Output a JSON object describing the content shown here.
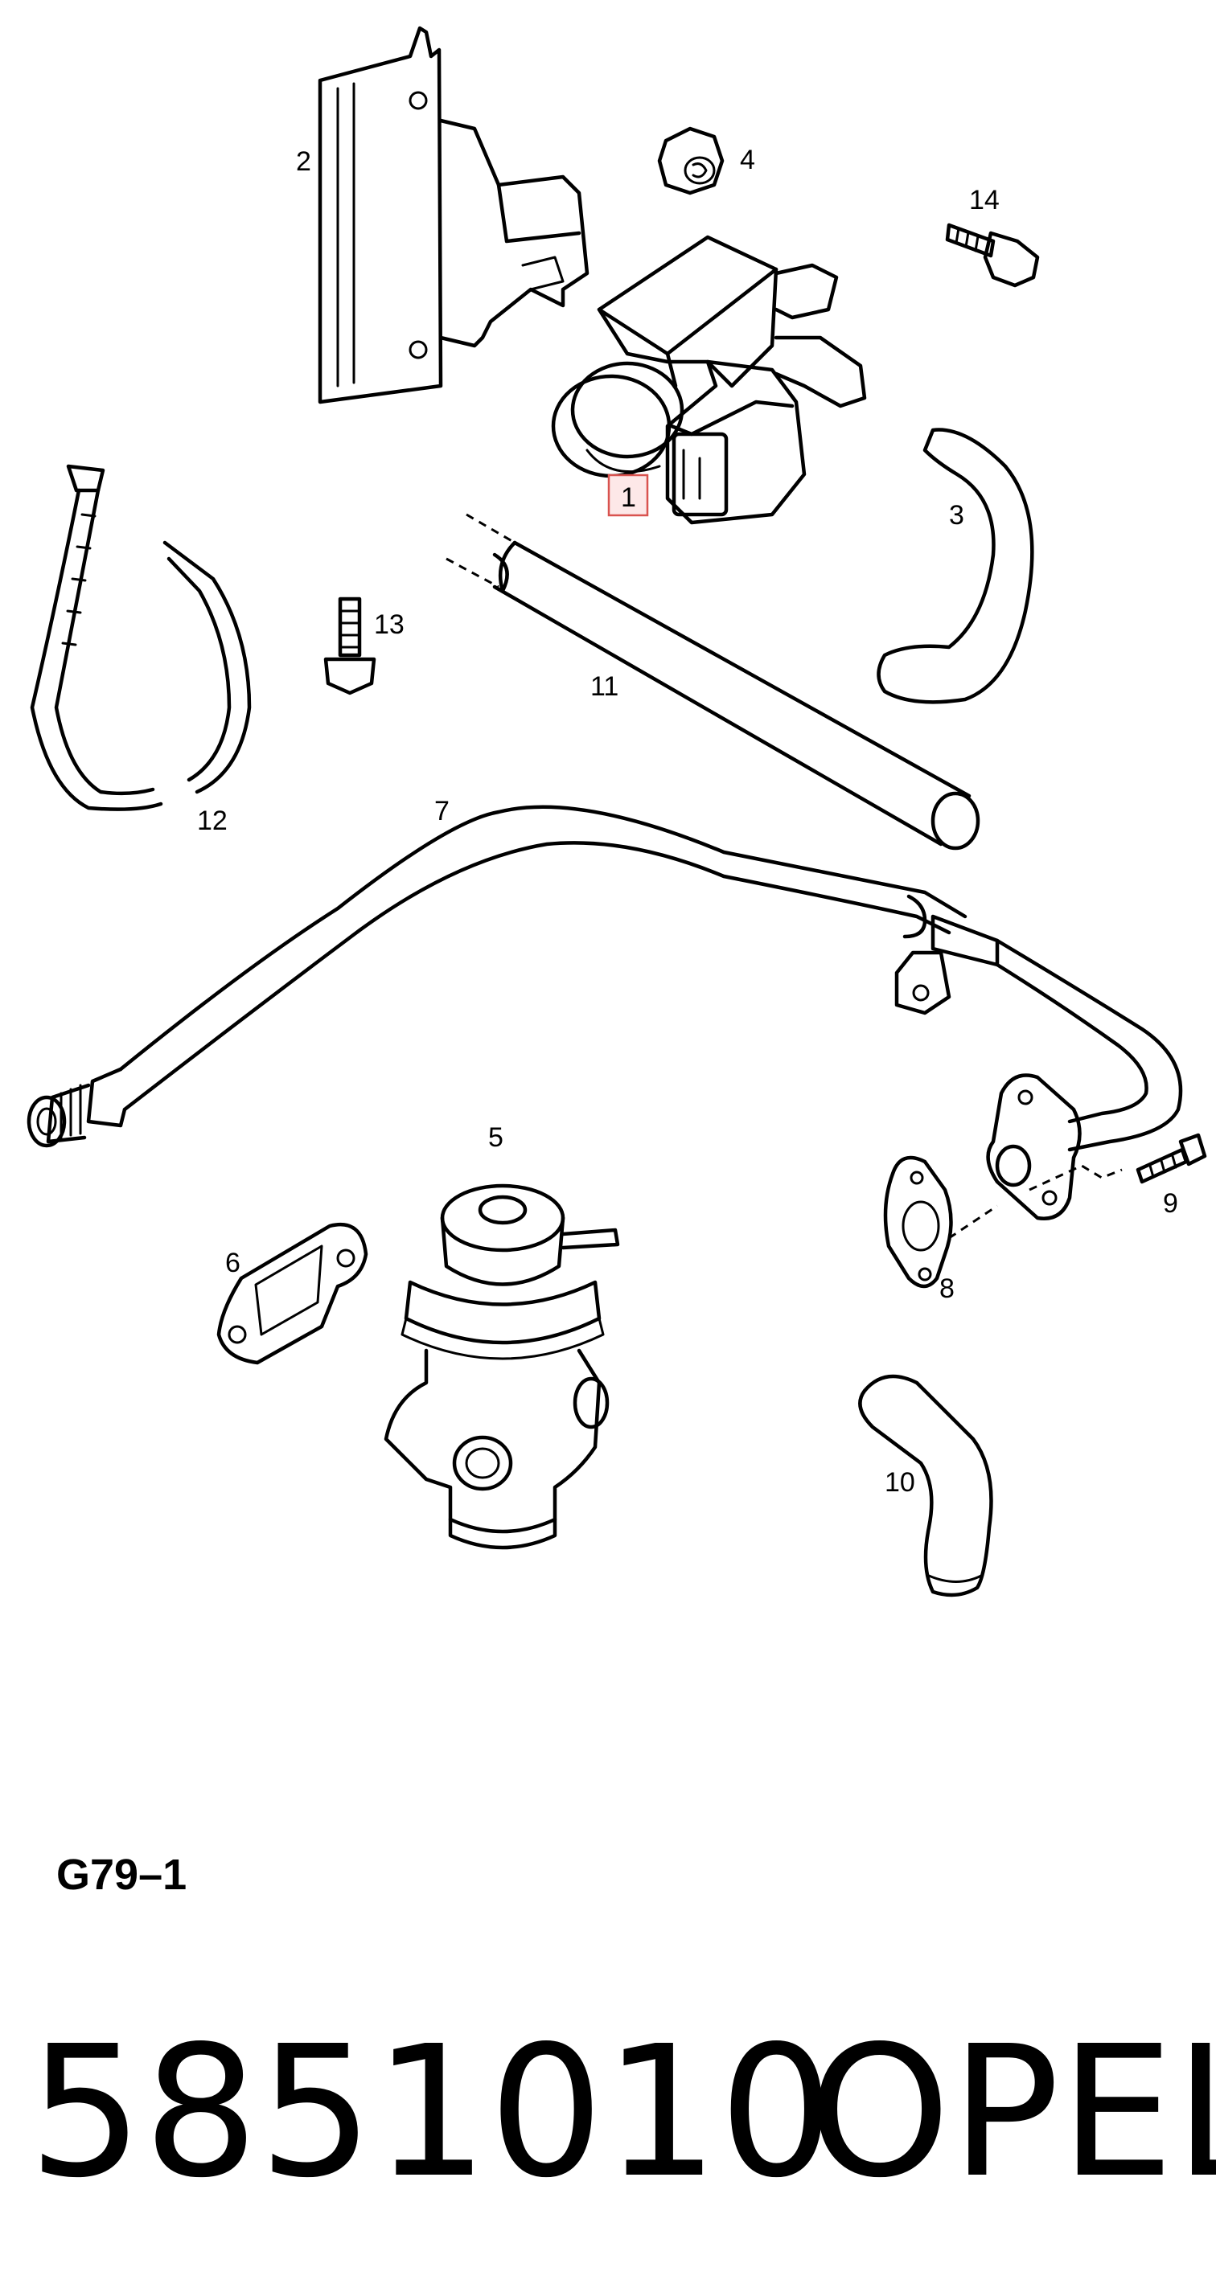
{
  "labels": {
    "p1": "1",
    "p2": "2",
    "p3": "3",
    "p4": "4",
    "p5": "5",
    "p6": "6",
    "p7": "7",
    "p8": "8",
    "p9": "9",
    "p10": "10",
    "p11": "11",
    "p12": "12",
    "p13": "13",
    "p14": "14"
  },
  "diagram_code": "G79–1",
  "part_number": "5851010",
  "brand": "OPEL",
  "highlight_color": "#d9534f"
}
